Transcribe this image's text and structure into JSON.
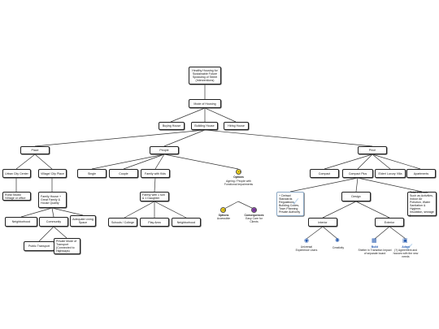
{
  "colors": {
    "line": "#333333",
    "box_border": "#222222",
    "icon_blue": "#2a5db0",
    "yellow_icon": "#f2d21b",
    "purple_icon": "#8a3fb0"
  },
  "nodes": {
    "root": "Healthy Housing for Sustainable Future Sprawling of Street (Interventions)",
    "mode": "Mode of Housing",
    "buying": "Buying House",
    "building": "Building House",
    "hiring": "Hiring House",
    "place": "Place",
    "people": "People",
    "price": "Price",
    "urban": "Urban City Center",
    "village": "Village/ City Place",
    "rural": "Rural Studio /Village or office",
    "family_house": "Family House + Great Family & House Quality",
    "neighborhood1": "Neighborhood",
    "community": "Community",
    "living_space": "Adequate Living Space",
    "public_transport": "Public Transport",
    "private_transport": "Private Mode of Transport (Connected to Highways)",
    "single": "Single",
    "couple": "Couple",
    "family_kids": "Family with Kids",
    "family_kids_detail": "Family with 1 son & 1 Daughter",
    "schools": "Schools / College",
    "play_area": "Play Area",
    "neighborhood2": "Neighborhood",
    "compact": "Compact",
    "compact_plus": "Compact Plus",
    "elder_villa": "Elder/ Luxury Villa",
    "apartments": "Apartments",
    "detract": "+ Detract Standards Regulations, Building Codes, Town Planning Private Authority",
    "design": "Design",
    "total_estimate": "Total Estimate Such as Activities, Indoor Air Pollution, Water Sanitation & Hygiene, Insulation, sewage )",
    "interior": "Interior",
    "exterior": "Exterior"
  },
  "labels": {
    "options_top": "Options",
    "options_top_detail": "Ageing / People with Functional Impairments",
    "options_left": "Options",
    "options_left_detail": "Accessible",
    "consequences": "Consequences",
    "consequences_detail": "Easy Care for Clients",
    "icon1": "Universal Experience Users",
    "icon2": "Creativity",
    "icon3_title": "Build",
    "icon3": "Shelter in Transition Impact of separate board",
    "icon4_title": "Adapt",
    "icon4": "(?) Agreement and houses with the new needs"
  }
}
